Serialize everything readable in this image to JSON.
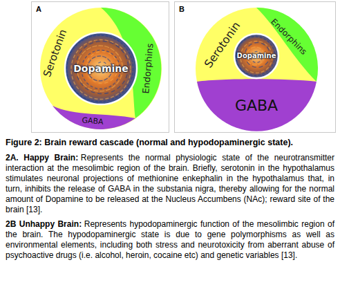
{
  "diagram": {
    "caption": "Figure 2: Brain reward cascade (normal and hypodopaminergic state).",
    "nodes": [
      {
        "text": [
          "A"
        ]
      },
      {
        "text": [
          "Serotonin"
        ],
        "in": 0
      },
      {
        "text": [
          "Dopamine"
        ],
        "in": 0
      },
      {
        "text": [
          "Endorphins"
        ],
        "in": 0
      },
      {
        "text": [
          "GABA"
        ],
        "in": 0
      },
      {
        "text": [
          "B"
        ]
      },
      {
        "text": [
          "Serotonin"
        ],
        "in": 5
      },
      {
        "text": [
          "Endorphins"
        ],
        "in": 5
      },
      {
        "text": [
          "Dopamine"
        ],
        "in": 5
      },
      {
        "text": [
          "GABA"
        ],
        "in": 5
      }
    ],
    "labels": [
      "2A. Happy Brain:",
      "Represents the normal physiologic state of the neurotransmitter interaction at the mesolimbic region of the brain. Briefly, serotonin in the hypothalamus stimulates neuronal projections of methionine enkephalin in the hypothalamus that, in turn, inhibits the release of GABA in the substania nigra, thereby allowing for the normal amount of Dopamine to be released at the Nucleus Accumbens (NAc); reward site of the brain [13].",
      "2B Unhappy Brain:",
      "Represents hypodopaminergic function of the mesolimbic region of the brain. The hypodopaminergic state is due to gene polymorphisms as well as environmental elements, including both stress and neurotoxicity from aberrant abuse of psychoactive drugs (i.e. alcohol, heroin, cocaine etc) and genetic variables [13]."
    ]
  }
}
